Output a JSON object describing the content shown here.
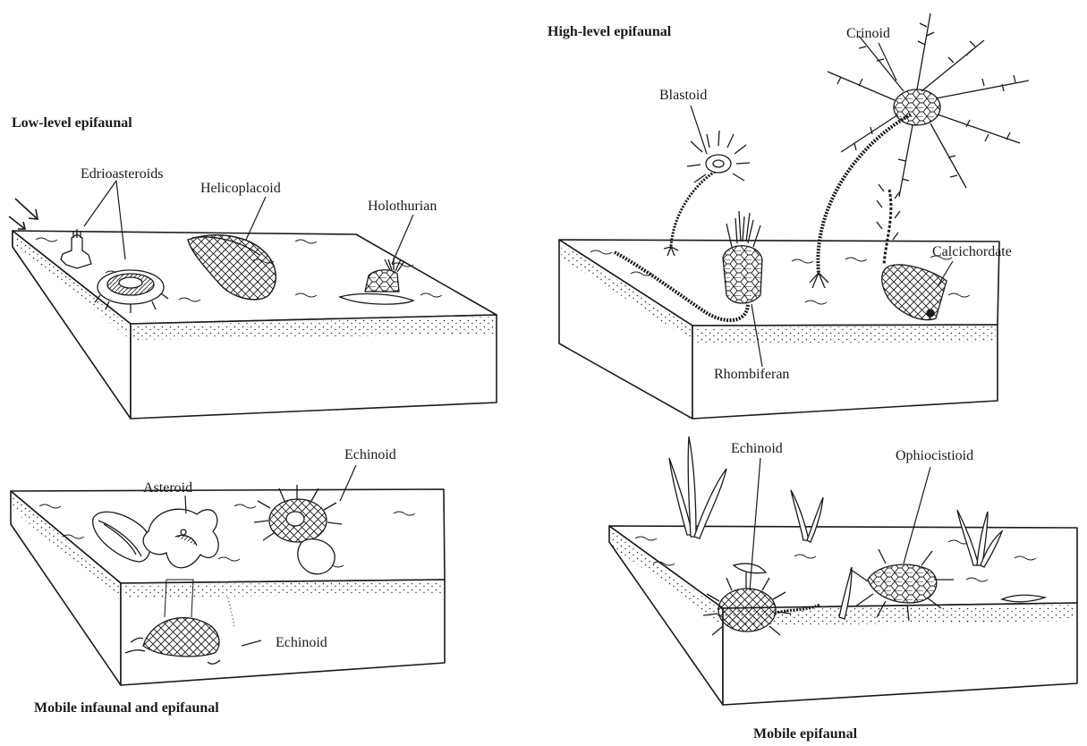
{
  "panels": {
    "low_level": {
      "title": "Low-level epifaunal",
      "labels": {
        "edrioasteroids": "Edrioasteroids",
        "helicoplacoid": "Helicoplacoid",
        "holothurian": "Holothurian"
      }
    },
    "high_level": {
      "title": "High-level epifaunal",
      "labels": {
        "blastoid": "Blastoid",
        "crinoid": "Crinoid",
        "calcichordate": "Calcichordate",
        "rhombiferan": "Rhombiferan"
      }
    },
    "mobile_infaunal": {
      "title": "Mobile infaunal and epifaunal",
      "labels": {
        "asteroid": "Asteroid",
        "echinoid_top": "Echinoid",
        "echinoid_buried": "Echinoid"
      }
    },
    "mobile_epifaunal": {
      "title": "Mobile epifaunal",
      "labels": {
        "echinoid": "Echinoid",
        "ophiocistioid": "Ophiocistioid"
      }
    }
  },
  "colors": {
    "ink": "#1a1a1a",
    "paper": "#ffffff"
  }
}
